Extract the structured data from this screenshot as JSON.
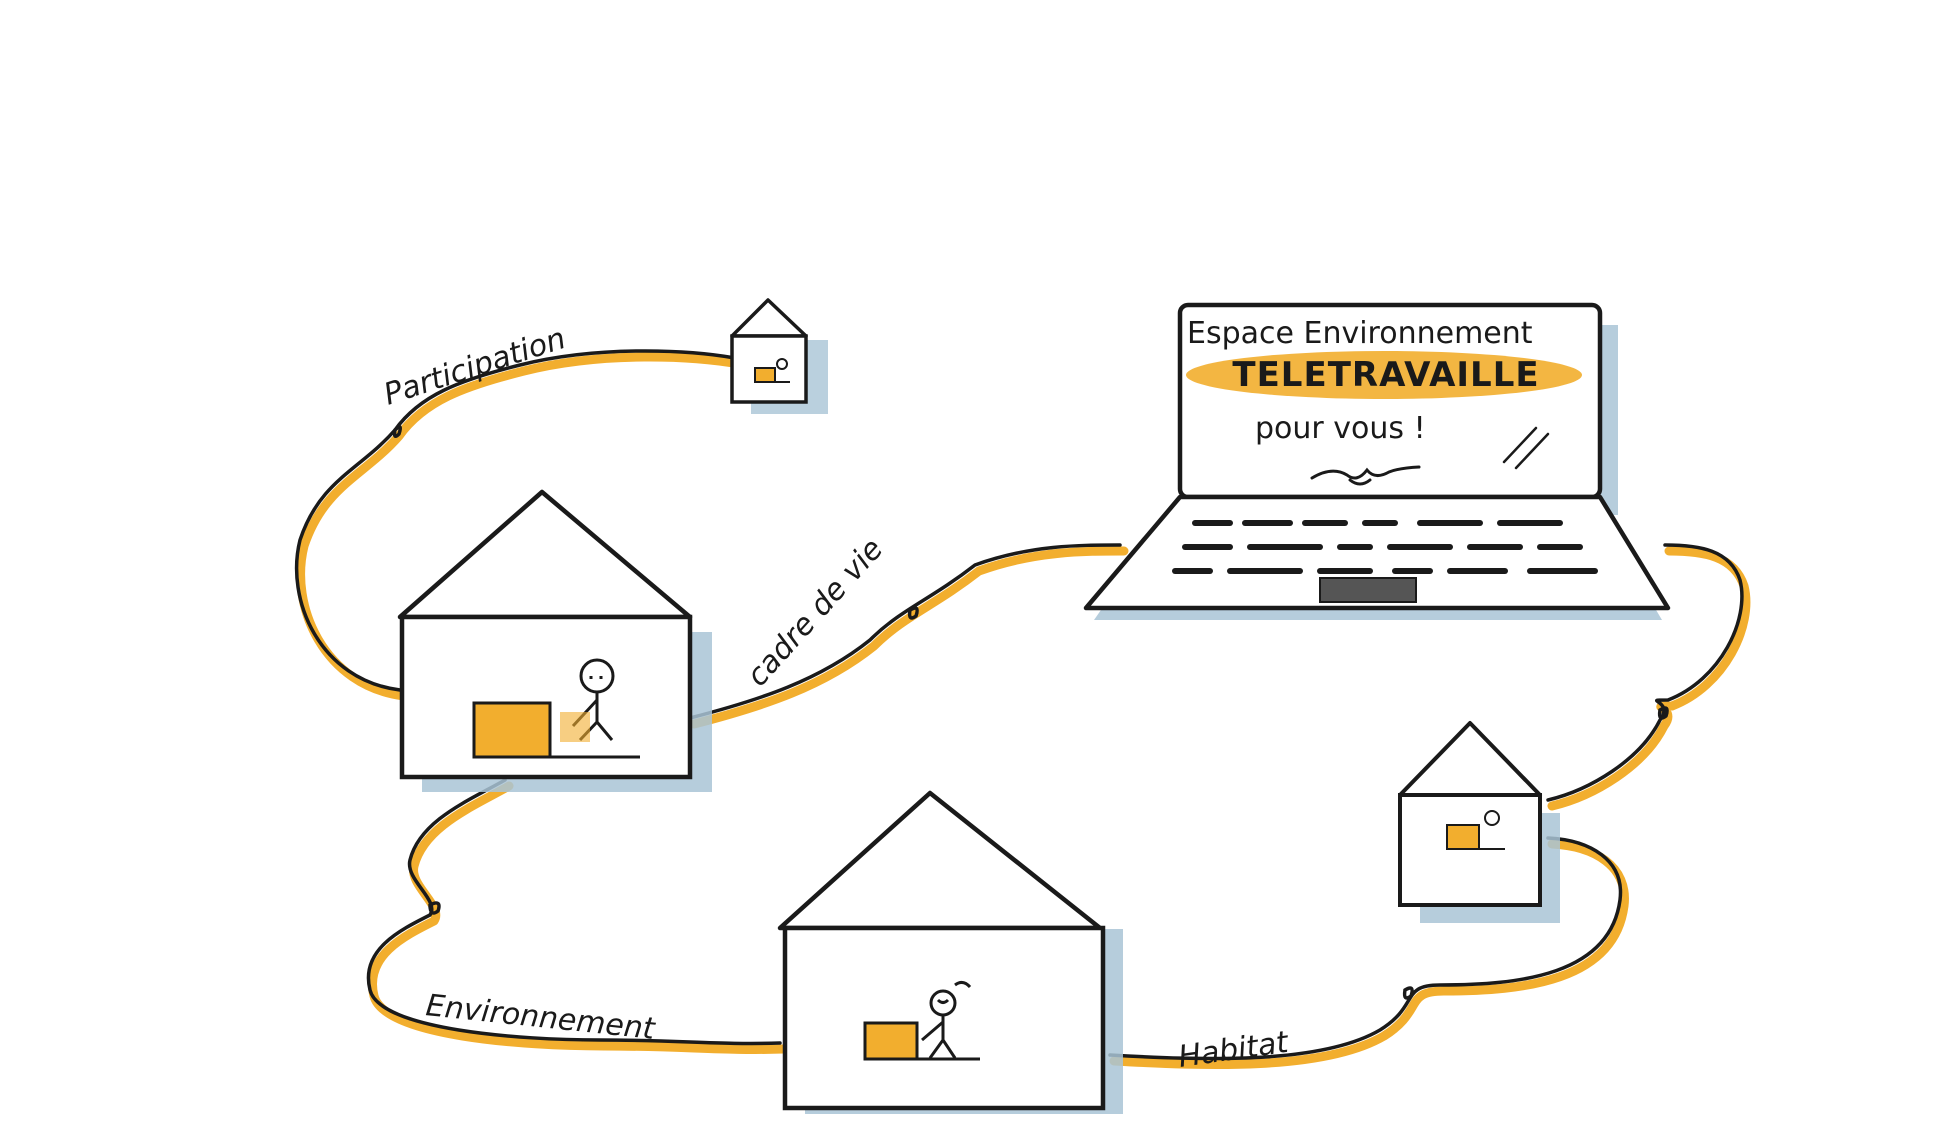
{
  "laptop_screen": {
    "line1": "Espace Environnement",
    "line2": "TELETRAVAILLE",
    "line3": "pour vous !"
  },
  "path_labels": {
    "participation": "Participation",
    "cadre_de_vie": "cadre de vie",
    "environnement": "Environnement",
    "habitat": "Habitat"
  },
  "colors": {
    "ink": "#1a1a1a",
    "accent": "#f2ae2e",
    "shadow": "#a9c4d6",
    "paper": "#ffffff"
  },
  "icons": {
    "house": "house-icon",
    "laptop": "laptop-icon",
    "person": "person-icon"
  }
}
